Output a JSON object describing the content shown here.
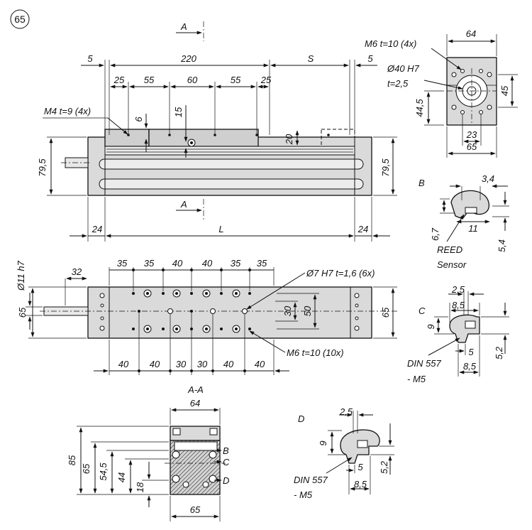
{
  "figure_number": "65",
  "section_marks": {
    "a_top": "A",
    "a_bottom": "A"
  },
  "top_view": {
    "dims": {
      "d5_left": "5",
      "d220": "220",
      "s": "S",
      "d5_right": "5",
      "d25_a": "25",
      "d55_a": "55",
      "d60": "60",
      "d55_b": "55",
      "d25_b": "25",
      "d6": "6",
      "d15": "15",
      "d20": "20",
      "d79_5_left": "79,5",
      "d79_5_right": "79,5",
      "d24_left": "24",
      "l": "L",
      "d24_right": "24"
    },
    "callouts": {
      "m4": "M4 t=9 (4x)"
    }
  },
  "end_view": {
    "dims": {
      "d64": "64",
      "d45": "45",
      "d44_5": "44,5",
      "d23": "23",
      "d65": "65"
    },
    "callouts": {
      "m6": "M6 t=10 (4x)",
      "bore_line1": "Ø40 H7",
      "bore_line2": "t=2,5"
    }
  },
  "bottom_view": {
    "dims": {
      "d11h7": "Ø11 h7",
      "d32": "32",
      "t35_a": "35",
      "t35_b": "35",
      "t40_a": "40",
      "t40_b": "40",
      "t35_c": "35",
      "t35_d": "35",
      "d65_left": "65",
      "d30": "30",
      "d50": "50",
      "d65_right": "65",
      "b40_a": "40",
      "b40_b": "40",
      "b30_a": "30",
      "b30_b": "30",
      "b40_c": "40",
      "b40_d": "40"
    },
    "callouts": {
      "pin": "Ø7 H7 t=1,6 (6x)",
      "m6": "M6 t=10 (10x)"
    }
  },
  "detail_b": {
    "title": "B",
    "d3_4": "3,4",
    "d6_7": "6,7",
    "d11": "11",
    "d5_4": "5,4",
    "sensor_line1": "REED",
    "sensor_line2": "Sensor"
  },
  "detail_c": {
    "title": "C",
    "d2_5": "2,5",
    "d8_5_top": "8,5",
    "d9": "9",
    "d5": "5",
    "d5_2": "5,2",
    "d8_5_bottom": "8,5",
    "din_line1": "DIN 557",
    "din_line2": "- M5"
  },
  "section_aa": {
    "title": "A-A",
    "dims": {
      "d64": "64",
      "d85": "85",
      "d65_side": "65",
      "d54_5": "54,5",
      "d44": "44",
      "d18": "18",
      "d65_bottom": "65"
    },
    "markers": {
      "b": "B",
      "c": "C",
      "d": "D"
    }
  },
  "detail_d": {
    "title": "D",
    "d2_5": "2,5",
    "d9": "9",
    "d5": "5",
    "d5_2": "5,2",
    "d8_5": "8,5",
    "din_line1": "DIN 557",
    "din_line2": "- M5"
  }
}
